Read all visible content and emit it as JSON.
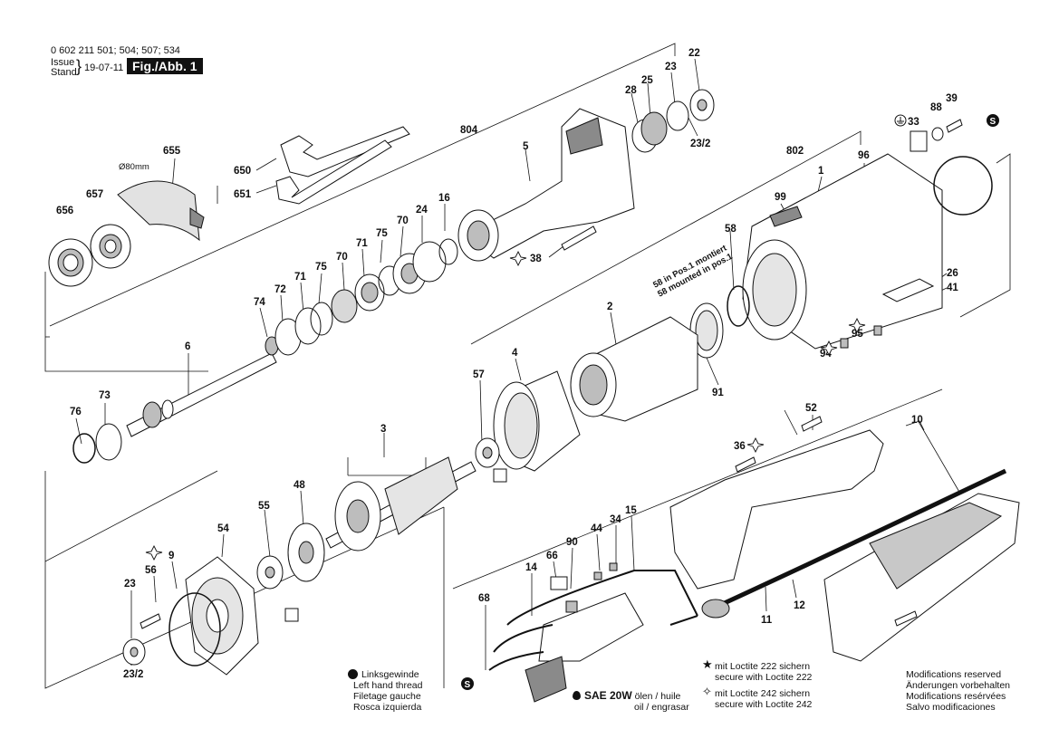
{
  "header": {
    "part_numbers": "0 602 211 501; 504; 507; 534",
    "issue_label": "Issue",
    "stand_label": "Stand",
    "date": "19-07-11",
    "figure": "Fig./Abb. 1"
  },
  "callouts": {
    "c22": "22",
    "c23_top": "23",
    "c25": "25",
    "c28": "28",
    "c23_2_top": "23/2",
    "c804": "804",
    "c5": "5",
    "c655": "655",
    "c650": "650",
    "c651": "651",
    "c657": "657",
    "c656": "656",
    "c16": "16",
    "c24": "24",
    "c70a": "70",
    "c75a": "75",
    "c71a": "71",
    "c70b": "70",
    "c75b": "75",
    "c71b": "71",
    "c72": "72",
    "c74": "74",
    "c6": "6",
    "c73": "73",
    "c76": "76",
    "c38": "38",
    "c802": "802",
    "c1": "1",
    "c96": "96",
    "c99": "99",
    "c33": "33",
    "c88": "88",
    "c39": "39",
    "c58": "58",
    "c26": "26",
    "c41": "41",
    "c95": "95",
    "c94": "94",
    "c2": "2",
    "c4": "4",
    "c57": "57",
    "c91": "91",
    "c52": "52",
    "c10": "10",
    "c36": "36",
    "c3": "3",
    "c48": "48",
    "c55": "55",
    "c54": "54",
    "c56": "56",
    "c9": "9",
    "c23_bot": "23",
    "c23_2_bot": "23/2",
    "c66": "66",
    "c90": "90",
    "c44": "44",
    "c34": "34",
    "c15": "15",
    "c14": "14",
    "c68": "68",
    "c11": "11",
    "c12": "12"
  },
  "dimension": "Ø80mm",
  "note58": {
    "line1": "58 in Pos.1 montiert",
    "line2": "58 mounted in pos.1"
  },
  "legend": {
    "left_thread": [
      "Linksgewinde",
      "Left hand thread",
      "Filetage gauche",
      "Rosca izquierda"
    ],
    "sae_bold": "SAE 20W",
    "sae_text": [
      "ölen / huile",
      "oil / engrasar"
    ],
    "loctite222": [
      "mit Loctite 222 sichern",
      "secure with Loctite 222"
    ],
    "loctite242": [
      "mit Loctite 242 sichern",
      "secure with Loctite 242"
    ],
    "modifications": [
      "Modifications reserved",
      "Änderungen vorbehalten",
      "Modifications resérvées",
      "Salvo modificaciones"
    ]
  },
  "symbol_s": "S",
  "colors": {
    "ink": "#111111",
    "paper": "#ffffff",
    "shade": "#bdbdbd",
    "mid": "#8a8a8a"
  }
}
